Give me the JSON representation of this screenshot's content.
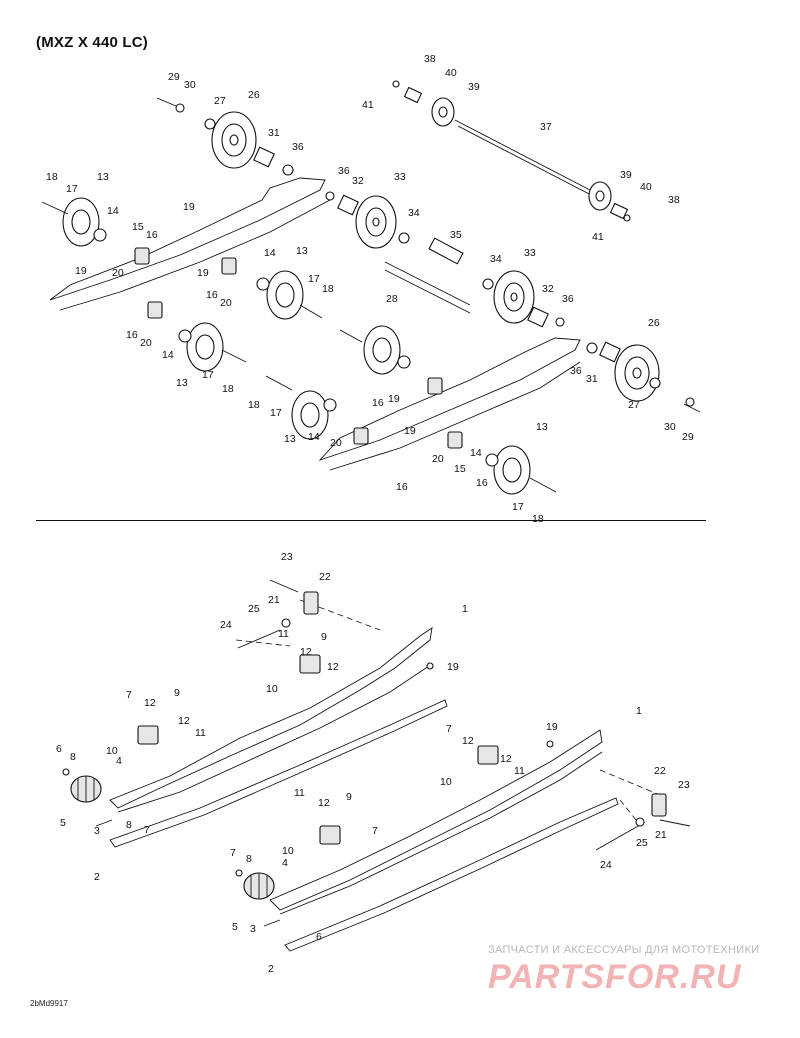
{
  "title": "(MXZ X 440 LC)",
  "drawing_code": "2bMd9917",
  "watermark": {
    "tagline": "ЗАПЧАСТИ И АКСЕССУАРЫ ДЛЯ МОТОТЕХНИКИ",
    "logo": "PARTSFOR.RU"
  },
  "callouts_top": [
    "29",
    "30",
    "27",
    "26",
    "31",
    "36",
    "18",
    "17",
    "13",
    "14",
    "15",
    "16",
    "19",
    "19",
    "20",
    "19",
    "16",
    "20",
    "14",
    "13",
    "17",
    "18",
    "16",
    "20",
    "14",
    "13",
    "17",
    "18",
    "36",
    "32",
    "33",
    "34",
    "35",
    "28",
    "34",
    "33",
    "32",
    "36",
    "26",
    "36",
    "31",
    "27",
    "30",
    "29",
    "18",
    "17",
    "13",
    "14",
    "16",
    "19",
    "20",
    "19",
    "16",
    "14",
    "20",
    "15",
    "16",
    "13",
    "17",
    "18",
    "38",
    "40",
    "39",
    "41",
    "37",
    "39",
    "40",
    "38",
    "41"
  ],
  "callouts_bottom": [
    "23",
    "22",
    "21",
    "25",
    "24",
    "11",
    "12",
    "9",
    "12",
    "10",
    "19",
    "1",
    "7",
    "12",
    "9",
    "12",
    "11",
    "10",
    "6",
    "8",
    "4",
    "5",
    "3",
    "8",
    "7",
    "2",
    "11",
    "12",
    "9",
    "7",
    "10",
    "7",
    "8",
    "4",
    "5",
    "3",
    "6",
    "2",
    "7",
    "12",
    "19",
    "12",
    "11",
    "10",
    "1",
    "22",
    "23",
    "21",
    "25",
    "24"
  ]
}
